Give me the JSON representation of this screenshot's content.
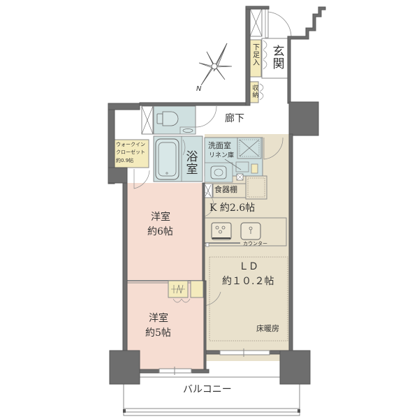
{
  "colors": {
    "wall": "#6e6e6e",
    "wall_dark": "#555555",
    "western_room": "#f6ddd2",
    "ldk": "#e9e1cc",
    "wet_area": "#cfe0e0",
    "storage": "#f4ebbd",
    "corridor": "#ffffff",
    "line": "#8a8a8a"
  },
  "compass": {
    "label": "N"
  },
  "rooms": {
    "entrance": {
      "label": "玄関"
    },
    "shoe_storage": {
      "label": "下足入"
    },
    "storage_small": {
      "label": "収納"
    },
    "corridor": {
      "label": "廊下"
    },
    "walk_in_closet": {
      "line1": "ウォークイン",
      "line2": "クローゼット",
      "line3": "約0.9帖"
    },
    "bathroom": {
      "label": "浴室"
    },
    "washroom": {
      "label": "洗面室"
    },
    "linen_storage": {
      "label": "リネン庫"
    },
    "dish_shelf": {
      "label": "食器棚"
    },
    "kitchen": {
      "label": "K 約2.6帖"
    },
    "counter": {
      "label": "カウンター"
    },
    "western_room_1": {
      "line1": "洋室",
      "line2": "約6帖"
    },
    "western_room_2": {
      "line1": "洋室",
      "line2": "約5帖"
    },
    "living_dining": {
      "line1": "ＬＤ",
      "line2": "約１０.２帖"
    },
    "floor_heating": {
      "label": "床暖房"
    },
    "balcony": {
      "label": "バルコニー"
    }
  }
}
